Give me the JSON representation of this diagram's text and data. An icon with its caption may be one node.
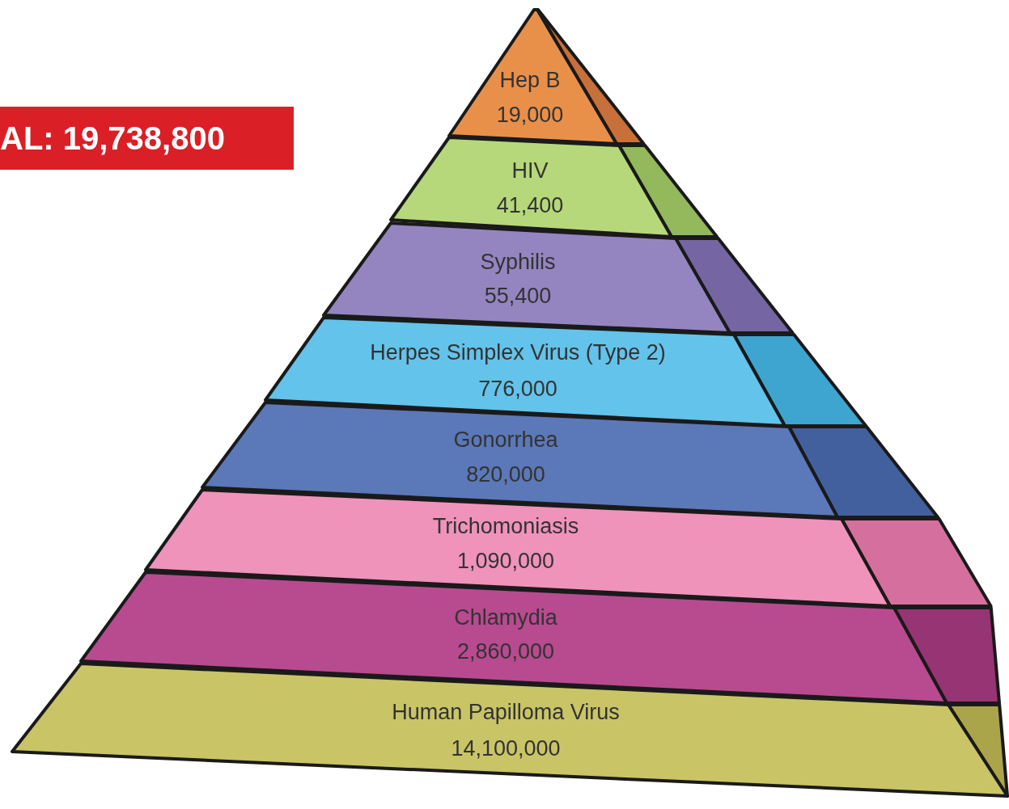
{
  "diagram": {
    "nodes": [
      {
        "text": [
          "AL: 19,738,800"
        ]
      },
      {
        "text": [
          "Hep B",
          "19,000"
        ]
      },
      {
        "text": [
          "HIV",
          "41,400"
        ]
      },
      {
        "text": [
          "Syphilis",
          "55,400"
        ]
      },
      {
        "text": [
          "Herpes Simplex Virus (Type 2)",
          "776,000"
        ]
      },
      {
        "text": [
          "Gonorrhea",
          "820,000"
        ]
      },
      {
        "text": [
          "Trichomoniasis",
          "1,090,000"
        ]
      },
      {
        "text": [
          "Chlamydia",
          "2,860,000"
        ]
      },
      {
        "text": [
          "Human Papilloma Virus",
          "14,100,000"
        ]
      }
    ]
  }
}
